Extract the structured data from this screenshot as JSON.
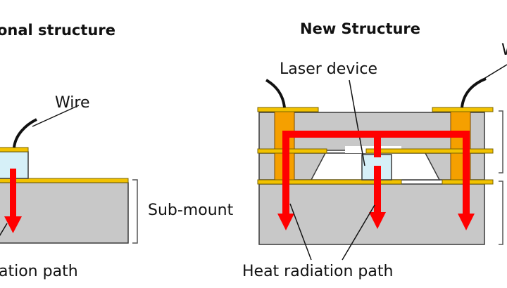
{
  "left_panel": {
    "title": "onal structure",
    "wire_label": "Wire",
    "submount_label": "Sub-mount",
    "heat_label": "ation path"
  },
  "right_panel": {
    "title": "New Structure",
    "laser_label": "Laser device",
    "wire_label": "W",
    "heat_label": "Heat radiation path"
  },
  "colors": {
    "block_fill": "#c8c8c8",
    "outline": "#3a3a3a",
    "gold": "#f2c200",
    "orange": "#f5a000",
    "arrow_red": "#ff0000",
    "laser_fill": "#d6f0f8",
    "white": "#ffffff"
  }
}
